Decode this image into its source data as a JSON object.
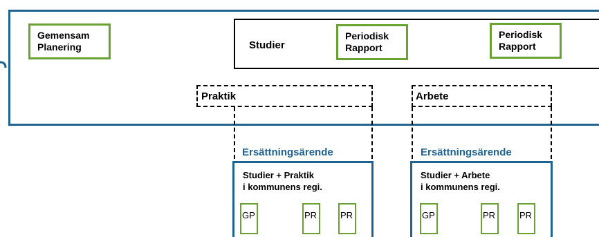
{
  "diagram": {
    "gemensam": "Gemensam\nPlanering",
    "studier": "Studier",
    "periodisk1": "Periodisk\nRapport",
    "periodisk2": "Periodisk\nRapport",
    "praktik": "Praktik",
    "arbete": "Arbete",
    "ers1": {
      "title": "Ersättningsärende",
      "text": "Studier + Praktik\ni kommunens regi.",
      "docs": [
        "GP",
        "PR",
        "PR"
      ]
    },
    "ers2": {
      "title": "Ersättningsärende",
      "text": "Studier + Arbete\ni kommunens regi.",
      "docs": [
        "GP",
        "PR",
        "PR"
      ]
    }
  },
  "colors": {
    "blue": "#1f6391",
    "green": "#6aa133"
  }
}
